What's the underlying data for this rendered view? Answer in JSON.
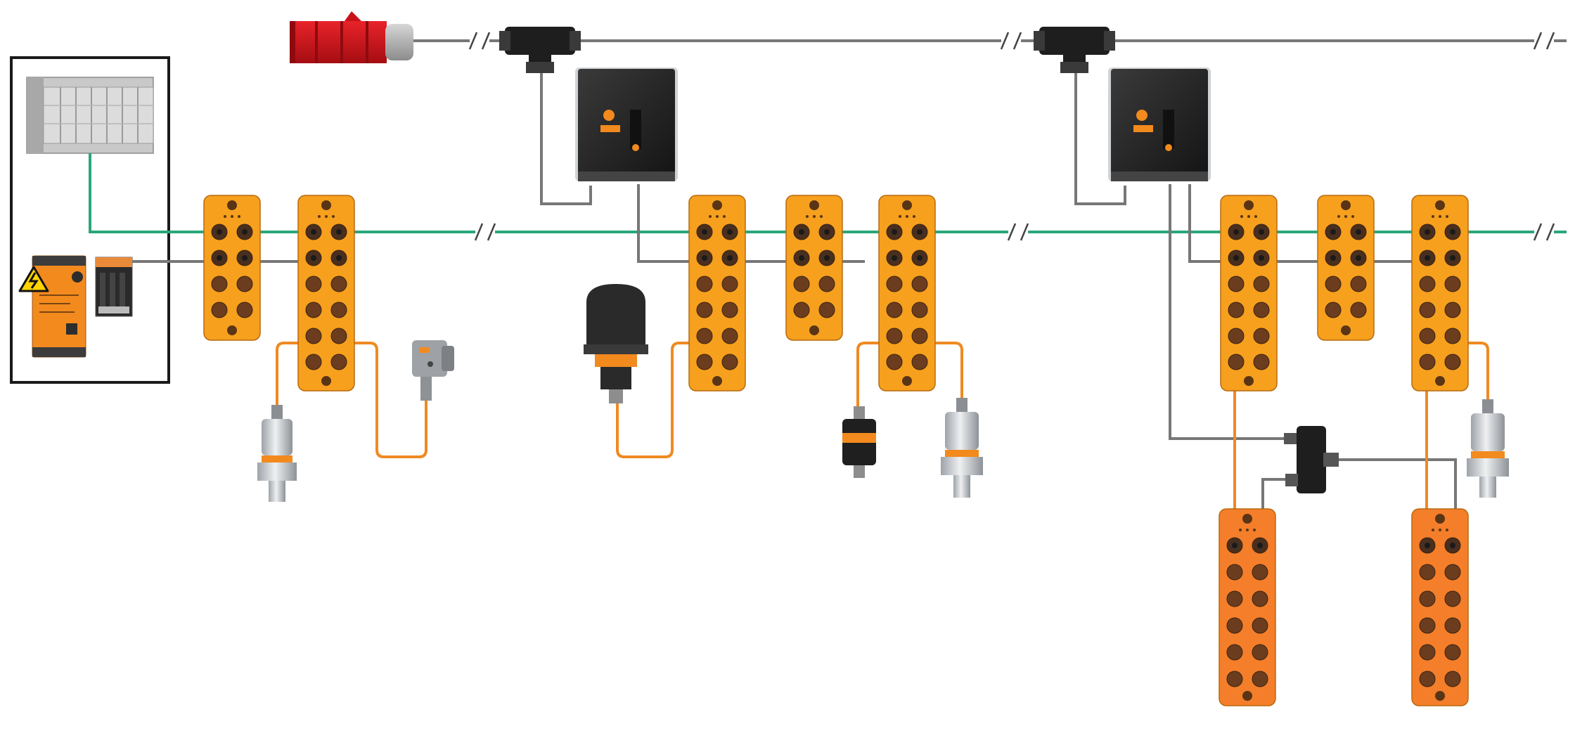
{
  "diagram": {
    "colors": {
      "background": "#ffffff",
      "ethernet_line": "#2aa779",
      "power_line": "#777777",
      "sensor_cable": "#ef8a22",
      "module_yellow": "#f6a01e",
      "module_orange": "#f57e2a",
      "connector": "#4a2f1e",
      "port_hole": "#6b3d1e",
      "tee": "#1e1e1e",
      "plug_red": "#d0141b",
      "plug_grey": "#a9a9a9",
      "power_unit": "#2b2b2b",
      "sensor_steel": "#c9ccd0",
      "frame": "#1a1a1a"
    },
    "components": [
      {
        "name": "control-cabinet",
        "icon": "frame"
      },
      {
        "name": "plc-rack",
        "icon": "plc"
      },
      {
        "name": "power-supply",
        "icon": "power-supply"
      },
      {
        "name": "relay-module",
        "icon": "relay"
      },
      {
        "name": "cee-power-plug",
        "icon": "red-plug"
      },
      {
        "name": "power-tee",
        "icon": "tee"
      },
      {
        "name": "field-power-unit",
        "icon": "black-box"
      },
      {
        "name": "io-module",
        "icon": "yellow-module"
      },
      {
        "name": "io-link-master",
        "icon": "orange-module"
      },
      {
        "name": "pressure-sensor",
        "icon": "steel-sensor"
      },
      {
        "name": "optical-sensor",
        "icon": "photoelectric"
      },
      {
        "name": "signal-lamp",
        "icon": "beacon"
      },
      {
        "name": "splitter",
        "icon": "y-splitter"
      },
      {
        "name": "cable-break",
        "icon": "double-slash"
      }
    ]
  }
}
